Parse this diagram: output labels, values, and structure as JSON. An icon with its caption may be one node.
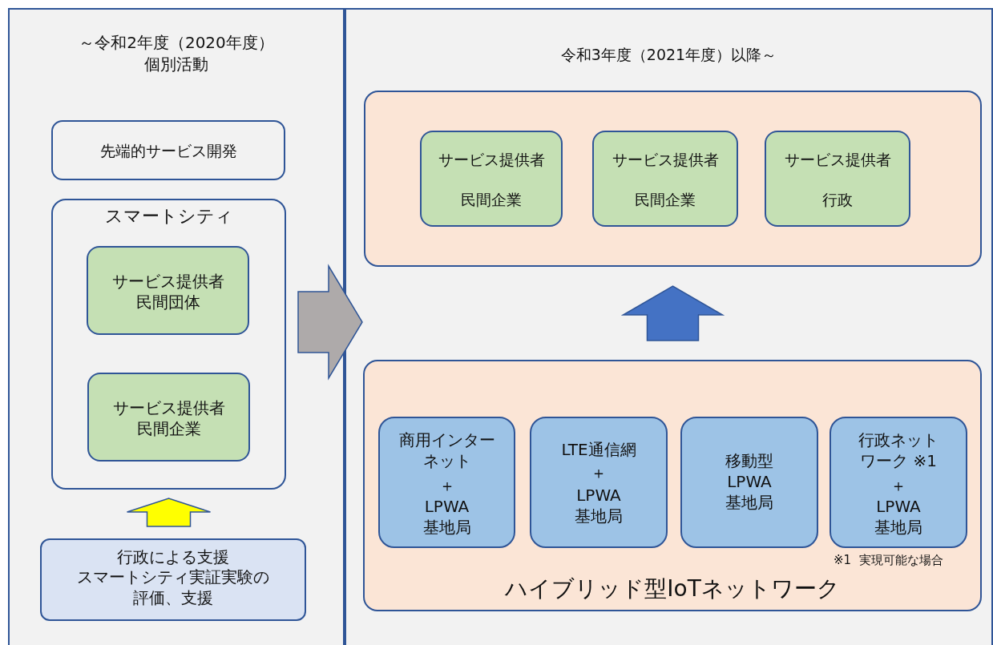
{
  "diagram": {
    "nodes": [
      {
        "text": [
          "～令和2年度（2020年度）個別活動"
        ]
      },
      {
        "text": [
          "令和3年度（2021年度）以降～"
        ]
      },
      {
        "text": [
          "先端的サービス開発"
        ],
        "in": 0
      },
      {
        "text": [
          "スマートシティ"
        ],
        "in": 0
      },
      {
        "text": [
          "サービス提供者民間団体"
        ],
        "in": 3
      },
      {
        "text": [
          "サービス提供者民間企業"
        ],
        "in": 3
      },
      {
        "text": [
          "行政による支援",
          "スマートシティ実証実験の評価、支援"
        ],
        "in": 0
      },
      {
        "text": [],
        "shape": "box",
        "in": 1
      },
      {
        "text": [
          "サービス提供者",
          "民間企業"
        ],
        "in": 7
      },
      {
        "text": [
          "サービス提供者",
          "民間企業"
        ],
        "in": 7
      },
      {
        "text": [
          "サービス提供者",
          "行政"
        ],
        "in": 7
      },
      {
        "text": [
          "ハイブリッド型IoTネットワーク"
        ],
        "in": 1
      },
      {
        "text": [
          "商用インターネット",
          "＋",
          "LPWA基地局"
        ],
        "in": 11
      },
      {
        "text": [
          "LTE通信網",
          "＋",
          "LPWA基地局"
        ],
        "in": 11
      },
      {
        "text": [
          "移動型LPWA基地局"
        ],
        "in": 11
      },
      {
        "text": [
          "行政ネットワーク ※1",
          "＋",
          "LPWA基地局"
        ],
        "in": 11
      }
    ],
    "edges": [
      {
        "from": 0,
        "to": 1,
        "arrow": "to",
        "color": "#aeaaaa"
      },
      {
        "from": 6,
        "to": 3,
        "arrow": "to",
        "color": "#ffff00"
      },
      {
        "from": 11,
        "to": 7,
        "arrow": "to",
        "color": "#4472c4"
      }
    ],
    "labels": [
      "※1  実現可能な場合"
    ]
  }
}
